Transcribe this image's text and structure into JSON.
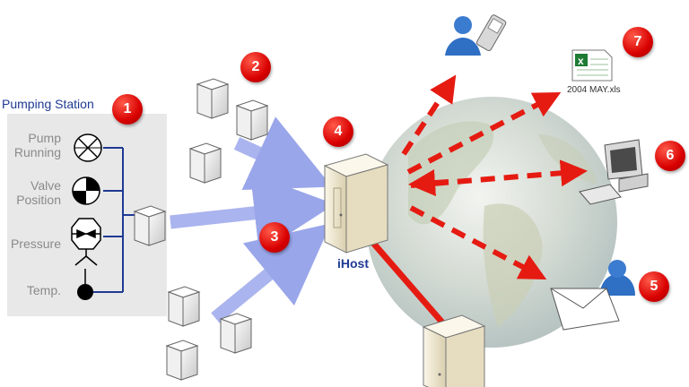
{
  "station": {
    "title": "Pumping Station",
    "labels": {
      "pump": "Pump\nRunning",
      "valve": "Valve\nPosition",
      "pressure": "Pressure",
      "temp": "Temp."
    }
  },
  "server_label": "iHost",
  "file_label": "2004 MAY.xls",
  "badges": [
    "1",
    "2",
    "3",
    "4",
    "5",
    "6",
    "7"
  ],
  "colors": {
    "panel": "#e8e8e8",
    "wire": "#1f3a93",
    "feed_arrow": "#aab4ee",
    "output_arrow": "#e51b12",
    "badge": "#d80000",
    "person": "#2f6fc4"
  }
}
